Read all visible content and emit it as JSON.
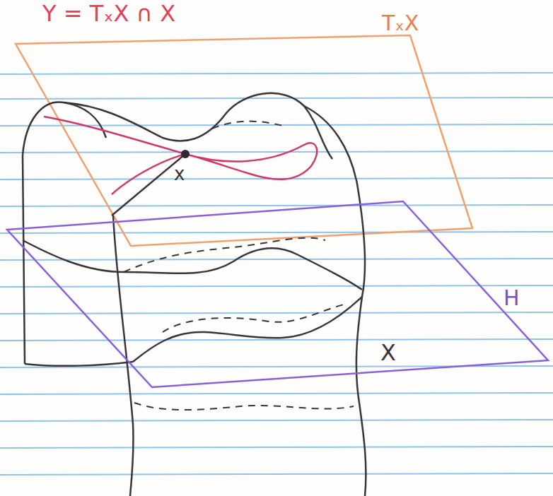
{
  "diagram": {
    "labels": [
      "Y = TₓX ∩ X",
      "TₓX",
      "x",
      "H",
      "X"
    ]
  }
}
